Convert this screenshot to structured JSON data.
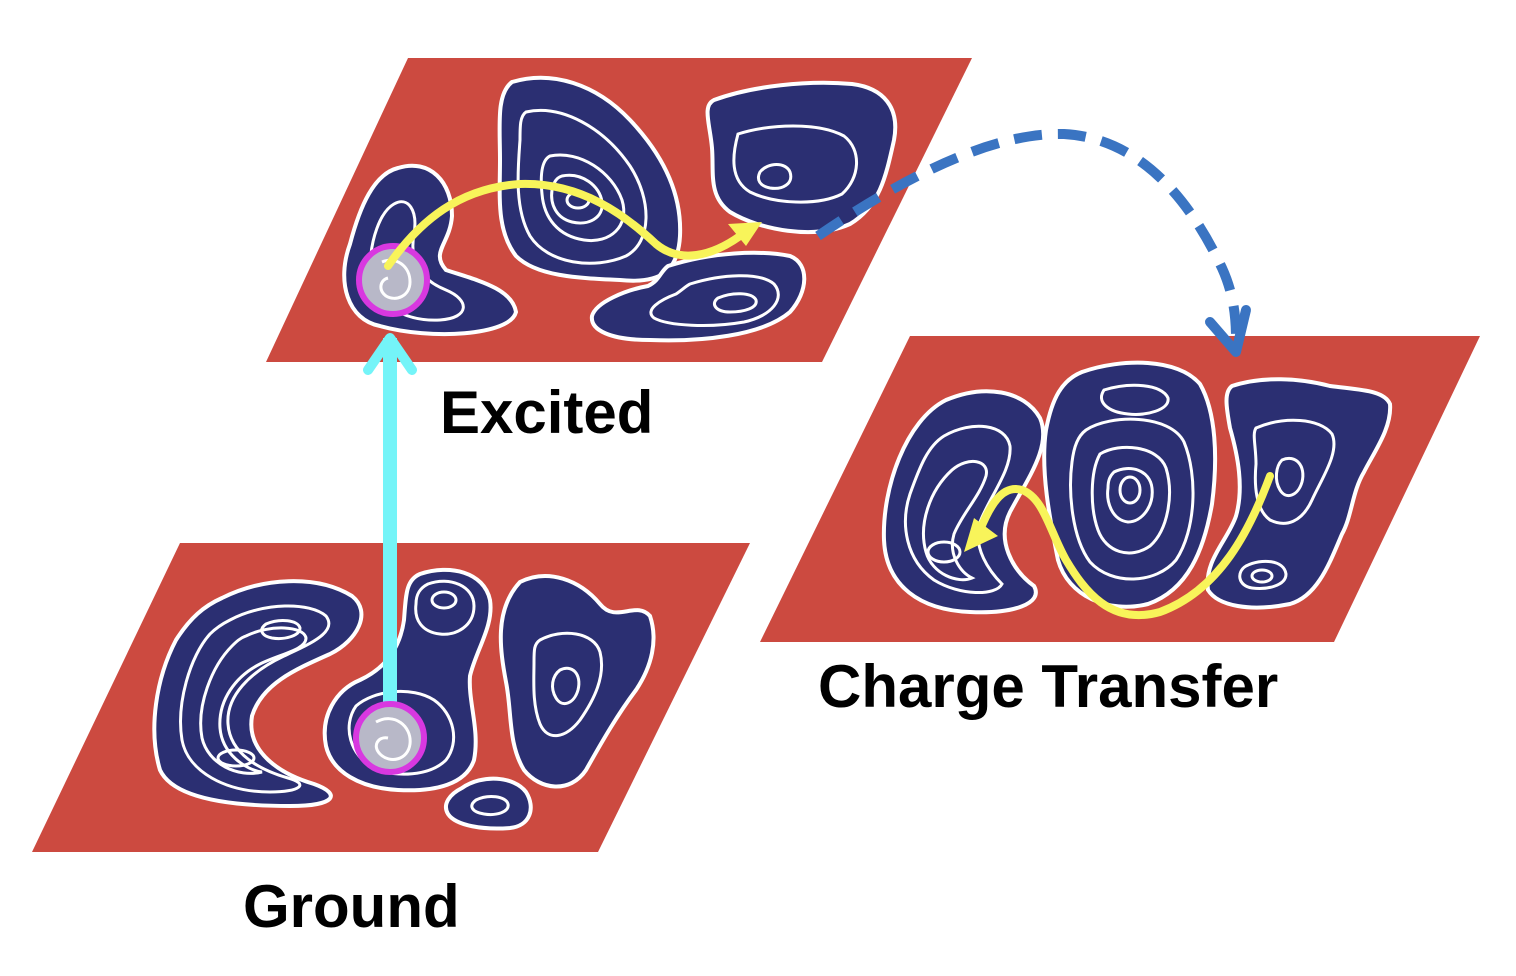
{
  "labels": {
    "excited": "Excited",
    "charge_transfer": "Charge Transfer",
    "ground": "Ground"
  },
  "colors": {
    "plane": "#cc4a40",
    "well": "#2b2f72",
    "contour": "#ffffff",
    "molecule_fill": "#b8b8c8",
    "molecule_ring": "#d838e0",
    "excitation_arrow": "#74f4f8",
    "transfer_arrow": "#3a74c2",
    "pathway": "#f8f45a"
  }
}
